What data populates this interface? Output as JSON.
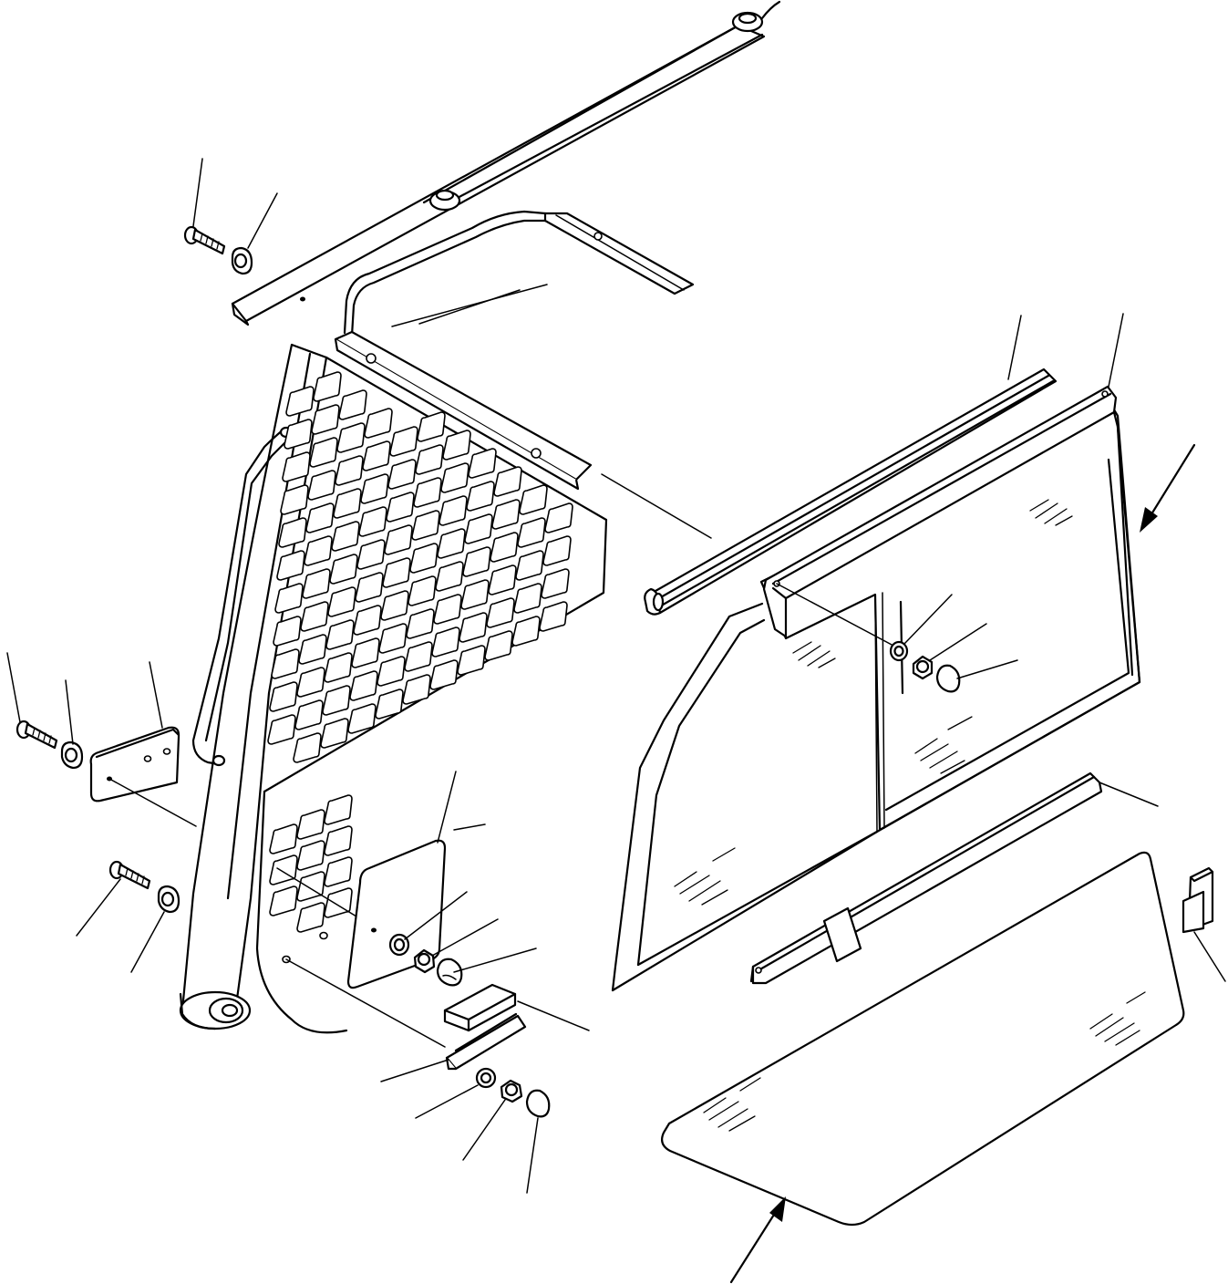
{
  "diagram": {
    "parts": [
      {
        "id": "cab-frame",
        "kind": "frame"
      },
      {
        "id": "screen-mesh",
        "kind": "mesh"
      },
      {
        "id": "front-glass",
        "kind": "glass"
      },
      {
        "id": "lower-glass",
        "kind": "glass"
      },
      {
        "id": "rubber-seal",
        "kind": "seal"
      },
      {
        "id": "upper-channel",
        "kind": "bracket"
      },
      {
        "id": "lower-channel",
        "kind": "bracket"
      },
      {
        "id": "cover-plate",
        "kind": "plate"
      },
      {
        "id": "side-plate",
        "kind": "plate"
      },
      {
        "id": "clip",
        "kind": "clip"
      },
      {
        "id": "bolt",
        "kind": "fastener"
      },
      {
        "id": "washer",
        "kind": "fastener"
      },
      {
        "id": "nut",
        "kind": "fastener"
      },
      {
        "id": "cap-nut",
        "kind": "fastener"
      }
    ],
    "callout_count": 25,
    "arrow_count": 2
  }
}
